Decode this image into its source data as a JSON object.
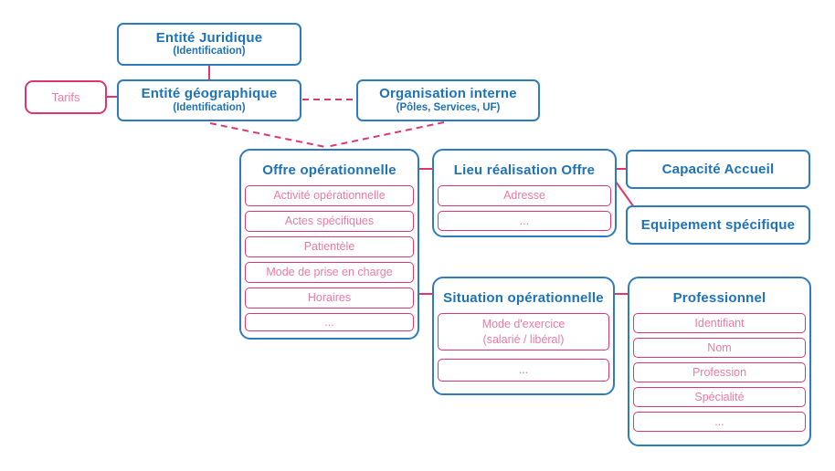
{
  "colors": {
    "node_blue": "#2E7BBE",
    "title_blue": "#1D72B8",
    "crimson": "#E0366E",
    "item_text_pink": "#EC7AA5",
    "background": "#FFFFFF"
  },
  "nodes": {
    "entite_juridique": {
      "title": "Entité Juridique",
      "subtitle": "(Identification)"
    },
    "tarifs": {
      "label": "Tarifs"
    },
    "entite_geographique": {
      "title": "Entité géographique",
      "subtitle": "(Identification)"
    },
    "organisation_interne": {
      "title": "Organisation interne",
      "subtitle": "(Pôles, Services, UF)"
    },
    "offre_operationnelle": {
      "title": "Offre opérationnelle",
      "items": [
        "Activité opérationnelle",
        "Actes spécifiques",
        "Patientèle",
        "Mode de prise en charge",
        "Horaires",
        "..."
      ]
    },
    "lieu_realisation_offre": {
      "title": "Lieu réalisation Offre",
      "items": [
        "Adresse",
        "..."
      ]
    },
    "capacite_accueil": {
      "title": "Capacité Accueil"
    },
    "equipement_specifique": {
      "title": "Equipement spécifique"
    },
    "situation_operationnelle": {
      "title": "Situation opérationnelle",
      "items": [
        "Mode d'exercice\n(salarié / libéral)",
        "..."
      ]
    },
    "professionnel": {
      "title": "Professionnel",
      "items": [
        "Identifiant",
        "Nom",
        "Profession",
        "Spécialité",
        "..."
      ]
    }
  }
}
